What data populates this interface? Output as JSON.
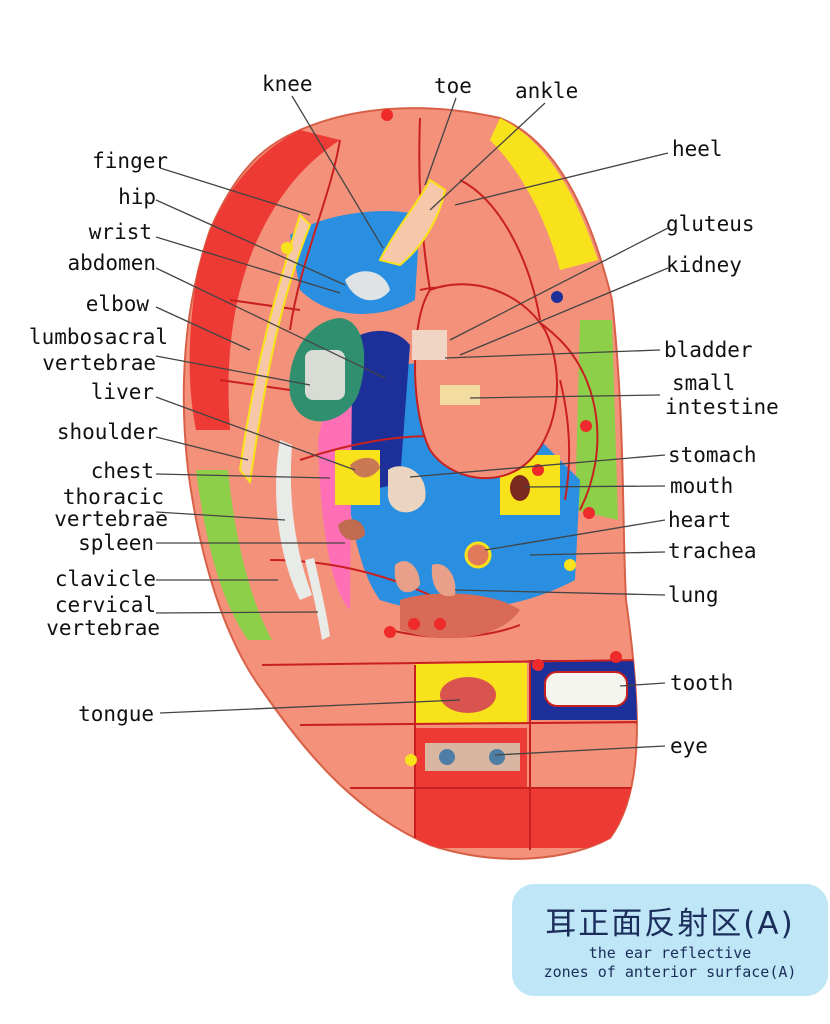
{
  "labels_left": [
    {
      "key": "finger",
      "text": "finger"
    },
    {
      "key": "hip",
      "text": "hip"
    },
    {
      "key": "wrist",
      "text": "wrist"
    },
    {
      "key": "abdomen",
      "text": "abdomen"
    },
    {
      "key": "elbow",
      "text": "elbow"
    },
    {
      "key": "lumbosacral",
      "text": "lumbosacral"
    },
    {
      "key": "vertebrae1",
      "text": "vertebrae"
    },
    {
      "key": "liver",
      "text": "liver"
    },
    {
      "key": "shoulder",
      "text": "shoulder"
    },
    {
      "key": "chest",
      "text": "chest"
    },
    {
      "key": "thoracic",
      "text": "thoracic"
    },
    {
      "key": "vertebrae2",
      "text": "vertebrae"
    },
    {
      "key": "spleen",
      "text": "spleen"
    },
    {
      "key": "clavicle",
      "text": "clavicle"
    },
    {
      "key": "cervical",
      "text": "cervical"
    },
    {
      "key": "vertebrae3",
      "text": "vertebrae"
    },
    {
      "key": "tongue",
      "text": "tongue"
    }
  ],
  "labels_top": [
    {
      "key": "knee",
      "text": "knee"
    },
    {
      "key": "toe",
      "text": "toe"
    },
    {
      "key": "ankle",
      "text": "ankle"
    }
  ],
  "labels_right": [
    {
      "key": "heel",
      "text": "heel"
    },
    {
      "key": "gluteus",
      "text": "gluteus"
    },
    {
      "key": "kidney",
      "text": "kidney"
    },
    {
      "key": "bladder",
      "text": "bladder"
    },
    {
      "key": "small",
      "text": "small"
    },
    {
      "key": "intestine",
      "text": "intestine"
    },
    {
      "key": "stomach",
      "text": "stomach"
    },
    {
      "key": "mouth",
      "text": "mouth"
    },
    {
      "key": "heart",
      "text": "heart"
    },
    {
      "key": "trachea",
      "text": "trachea"
    },
    {
      "key": "lung",
      "text": "lung"
    },
    {
      "key": "tooth",
      "text": "tooth"
    },
    {
      "key": "eye",
      "text": "eye"
    }
  ],
  "title": {
    "chinese": "耳正面反射区(A)",
    "english_line1": "the ear reflective",
    "english_line2": "zones of anterior surface(A)"
  },
  "colors": {
    "skin": "#f4917a",
    "zone_red": "#ee3a35",
    "zone_blue": "#2a8fe0",
    "zone_navy": "#1d2f98",
    "zone_yellow": "#f8e21c",
    "zone_green": "#8ecf4a",
    "zone_pink": "#ff6fb6",
    "boundary": "#c8201f",
    "title_box": "#bfe6f6",
    "title_text": "#1b2d5a"
  }
}
